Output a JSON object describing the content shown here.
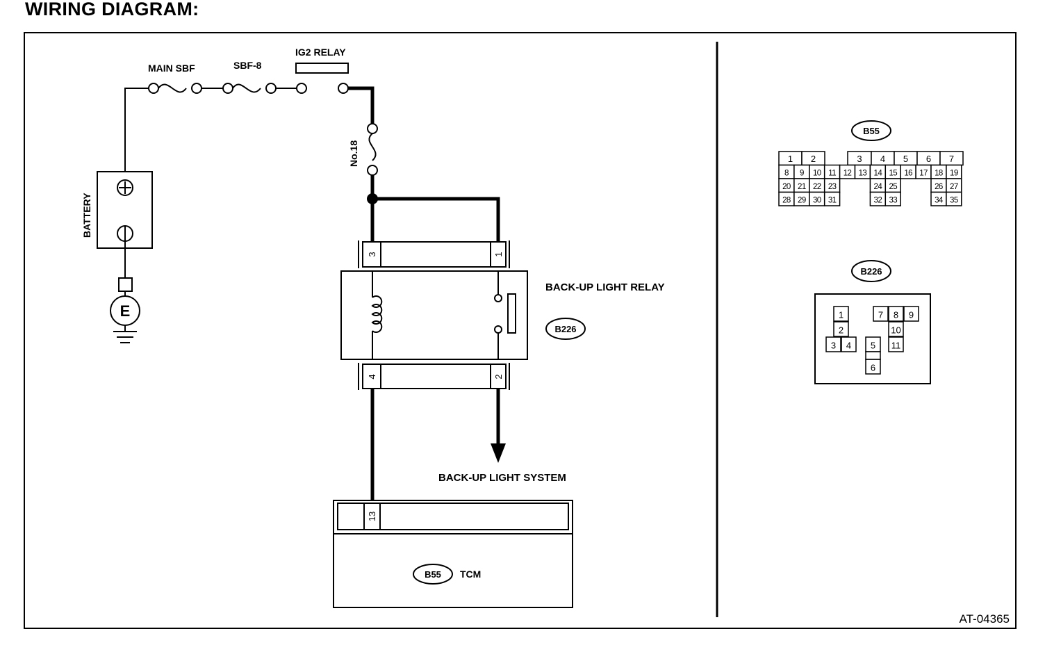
{
  "title": "WIRING DIAGRAM:",
  "components": {
    "main_sbf": "MAIN SBF",
    "sbf_8": "SBF-8",
    "ig2_relay": "IG2 RELAY",
    "fuse_no18": "No.18",
    "battery": "BATTERY",
    "ground": "E",
    "backup_light_relay": "BACK-UP LIGHT RELAY",
    "backup_light_system": "BACK-UP LIGHT SYSTEM",
    "tcm": "TCM"
  },
  "connectors": {
    "relay_ref": "B226",
    "tcm_ref": "B55",
    "relay_pins": {
      "top_left": "3",
      "top_right": "1",
      "bottom_left": "4",
      "bottom_right": "2"
    },
    "tcm_pin": "13"
  },
  "connector_views": {
    "b55": {
      "label": "B55",
      "row1": [
        "1",
        "2",
        "3",
        "4",
        "5",
        "6",
        "7"
      ],
      "row2": [
        "8",
        "9",
        "10",
        "11",
        "12",
        "13",
        "14",
        "15",
        "16",
        "17",
        "18",
        "19"
      ],
      "row3": [
        "20",
        "21",
        "22",
        "23",
        "24",
        "25",
        "26",
        "27"
      ],
      "row4": [
        "28",
        "29",
        "30",
        "31",
        "32",
        "33",
        "34",
        "35"
      ]
    },
    "b226": {
      "label": "B226",
      "pins": [
        "1",
        "2",
        "3",
        "4",
        "5",
        "6",
        "7",
        "8",
        "9",
        "10",
        "11"
      ]
    }
  },
  "figure_ref": "AT-04365"
}
